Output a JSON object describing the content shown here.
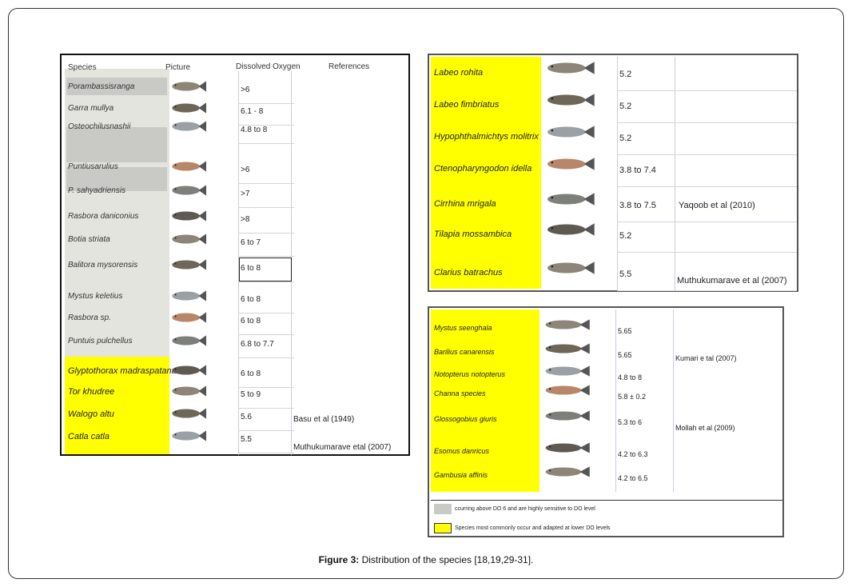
{
  "colors": {
    "yellow": "#ffff00",
    "gray": "#c9c9c6"
  },
  "table1": {
    "headers": {
      "species": "Species",
      "picture": "Picture",
      "do": "Dissolved Oxygen",
      "references": "References"
    },
    "rows": [
      {
        "species": "Porambassisranga",
        "do": ">6",
        "icon": "fish-icon"
      },
      {
        "species": "Garra mullya",
        "do": "6.1 - 8",
        "icon": "fish-icon"
      },
      {
        "species": "Osteochilusnashii",
        "do": "4.8 to 8",
        "icon": "fish-icon"
      },
      {
        "species": "Puntiusarulius",
        "do": ">6",
        "icon": "fish-icon"
      },
      {
        "species": "P. sahyadriensis",
        "do": ">7",
        "icon": "fish-icon"
      },
      {
        "species": "Rasbora daniconius",
        "do": ">8",
        "icon": "fish-icon"
      },
      {
        "species": "Botia striata",
        "do": "6 to 7",
        "icon": "fish-icon"
      },
      {
        "species": "Balitora mysorensis",
        "do": "6 to 8",
        "icon": "fish-icon"
      },
      {
        "species": "Mystus keletius",
        "do": "6 to 8",
        "icon": "fish-icon"
      },
      {
        "species": "Rasbora sp.",
        "do": "6 to 8",
        "icon": "fish-icon"
      },
      {
        "species": "Puntuis pulchellus",
        "do": "6.8 to 7.7",
        "icon": "fish-icon"
      },
      {
        "species": "Glyptothorax madraspatanum",
        "do": "6 to 8",
        "icon": "fish-icon"
      },
      {
        "species": "Tor khudree",
        "do": "5 to 9",
        "icon": "fish-icon"
      },
      {
        "species": "Walogo altu",
        "do": "5.6",
        "icon": "fish-icon"
      },
      {
        "species": "Catla catla",
        "do": "5.5",
        "icon": "fish-icon"
      }
    ],
    "ref1": "Basu et al (1949)",
    "ref2": "Muthukumarave etal (2007)"
  },
  "table2": {
    "rows": [
      {
        "species": "Labeo rohita",
        "do": "5.2"
      },
      {
        "species": "Labeo fimbriatus",
        "do": "5.2"
      },
      {
        "species": "Hypophthalmichtys molitrix",
        "do": "5.2"
      },
      {
        "species": "Ctenopharyngodon idella",
        "do": "3.8 to 7.4"
      },
      {
        "species": "Cirrhina mrigala",
        "do": "3.8 to 7.5"
      },
      {
        "species": "Tilapia mossambica",
        "do": "5.2"
      },
      {
        "species": "Clarius batrachus",
        "do": "5.5"
      }
    ],
    "ref1": "Yaqoob et al (2010)",
    "ref2": "Muthukumarave  et al (2007)"
  },
  "table3": {
    "rows": [
      {
        "species": "Mystus seenghala",
        "do": "5.65"
      },
      {
        "species": "Barilius canarensis",
        "do": "5.65"
      },
      {
        "species": "Notopterus notopterus",
        "do": "4.8 to 8"
      },
      {
        "species": "Channa species",
        "do": "5.8 ± 0.2"
      },
      {
        "species": "Glossogobius giuris",
        "do": "5.3 to 6"
      },
      {
        "species": "Esomus danricus",
        "do": "4.2 to 6.3"
      },
      {
        "species": "Gambusia affinis",
        "do": "4.2 to 6.5"
      }
    ],
    "ref1": "Kumari e tal (2007)",
    "ref2": "Mollah et al (2009)"
  },
  "legend": {
    "gray_text": "ccurring above DO 6 and are highly sensitive to DO level",
    "yellow_text": "Species most commonly occur and adapted at lower DO levels"
  },
  "caption": {
    "label": "Figure 3:",
    "text": " Distribution of the species [18,19,29-31]."
  }
}
